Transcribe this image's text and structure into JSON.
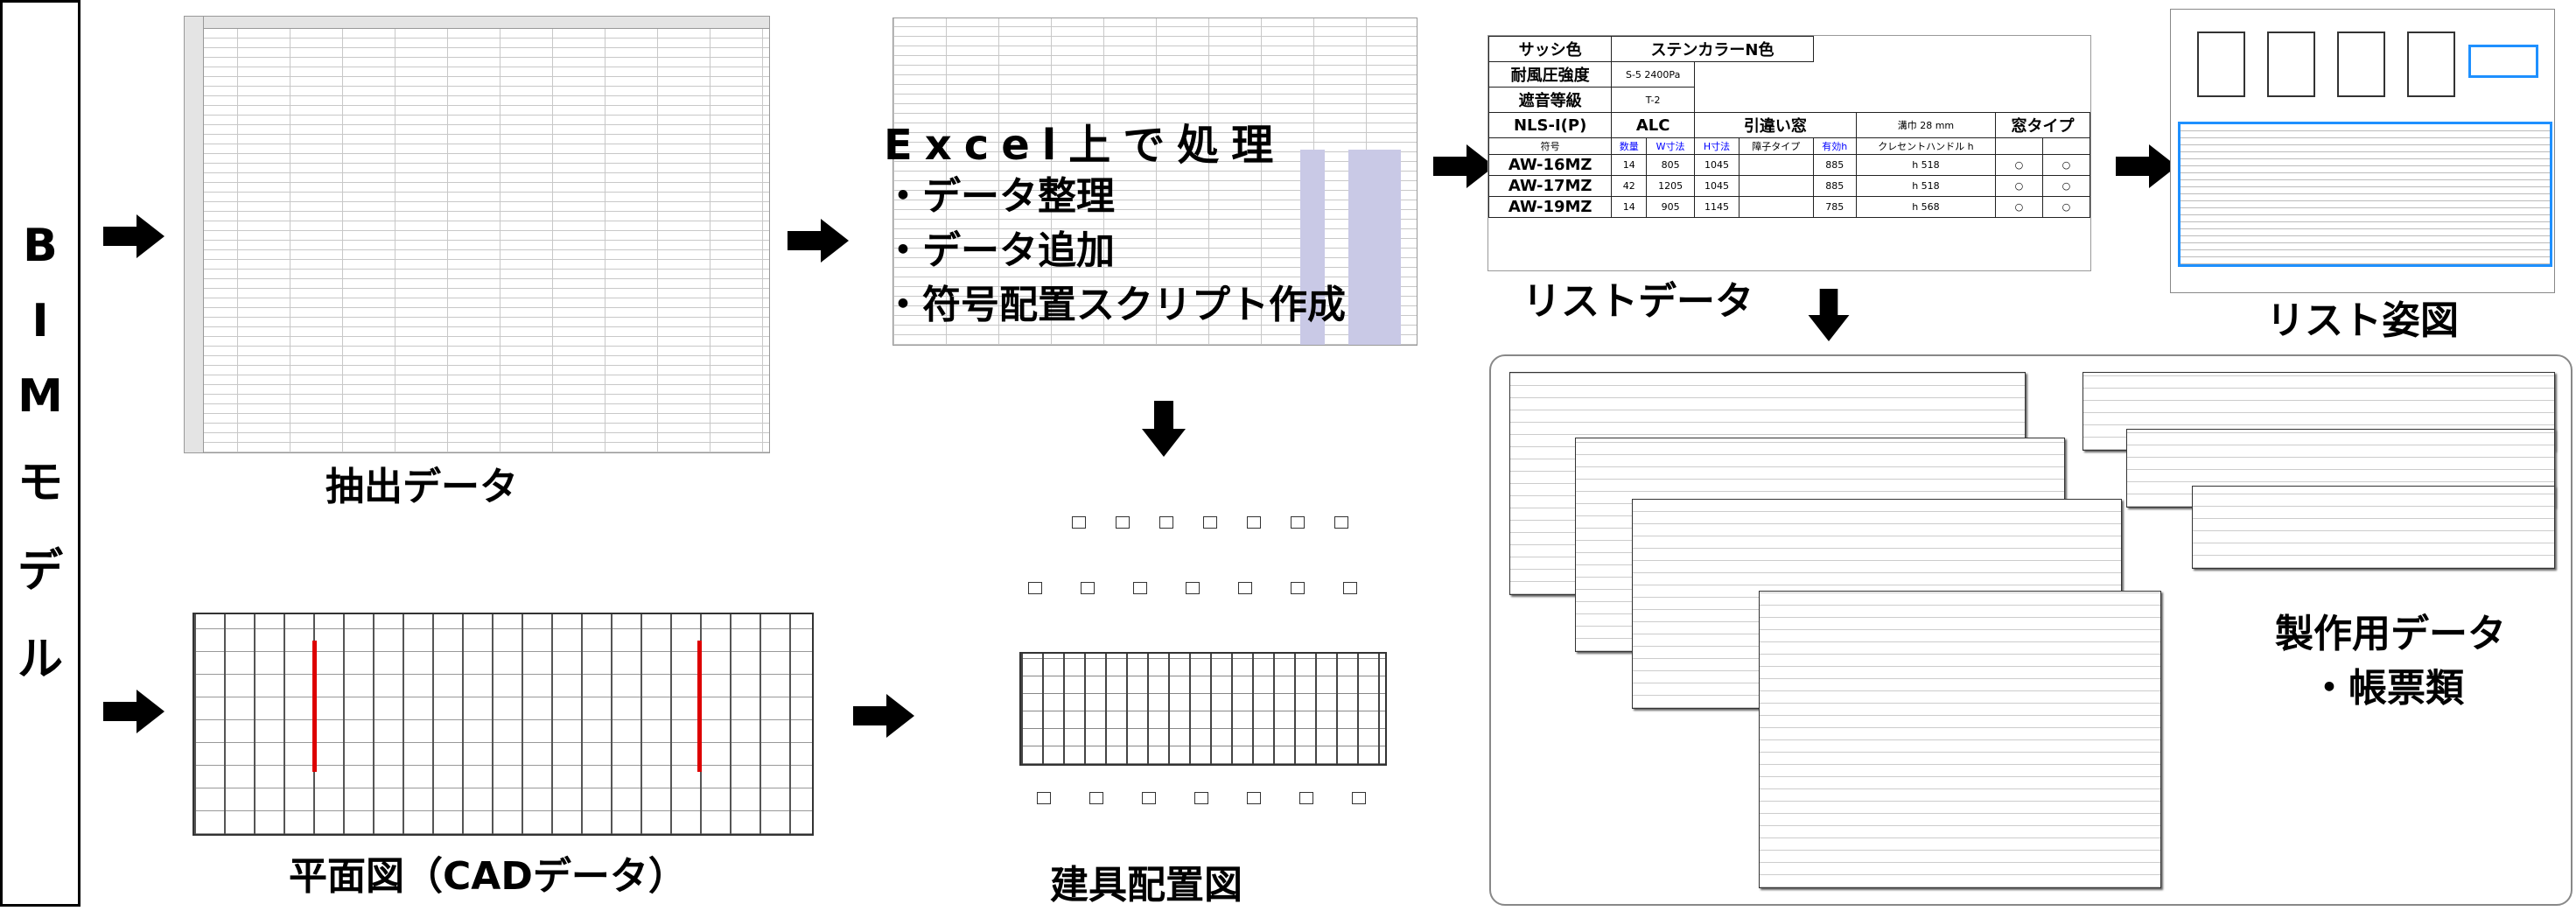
{
  "bim_model": {
    "chars": [
      "B",
      "I",
      "M",
      "モ",
      "デ",
      "ル"
    ]
  },
  "extracted_data": {
    "label": "抽出データ"
  },
  "excel": {
    "title": "Excel上で処理",
    "bullets": [
      "・データ整理",
      "・データ追加",
      "・符号配置スクリプト作成"
    ]
  },
  "list_data": {
    "label": "リストデータ",
    "header": {
      "sash_color_label": "サッシ色",
      "sash_color": "ステンカラーN色",
      "wind_label": "耐風圧強度",
      "wind": "S-5 2400Pa",
      "sound_label": "遮音等級",
      "sound": "T-2"
    },
    "group": {
      "series": "NLS-Ⅰ(P)",
      "wall": "ALC",
      "type": "引違い窓",
      "groove": "溝巾 28 mm",
      "window_type": "窓タイプ"
    },
    "columns": [
      "符号",
      "数量",
      "W寸法",
      "H寸法",
      "障子タイプ",
      "有効h",
      "クレセントハンドル h"
    ],
    "rows": [
      {
        "code": "AW-16MZ",
        "qty": "14",
        "w": "805",
        "h": "1045",
        "eff": "885",
        "handle": "h 518"
      },
      {
        "code": "AW-17MZ",
        "qty": "42",
        "w": "1205",
        "h": "1045",
        "eff": "885",
        "handle": "h 518"
      },
      {
        "code": "AW-19MZ",
        "qty": "14",
        "w": "905",
        "h": "1145",
        "eff": "785",
        "handle": "h 568"
      }
    ]
  },
  "list_figure": {
    "label": "リスト姿図"
  },
  "plan": {
    "label": "平面図（CADデータ）"
  },
  "placement": {
    "label": "建具配置図"
  },
  "production": {
    "label": "製作用データ",
    "sub": "・帳票類"
  },
  "colors": {
    "highlight": "#1e90ff",
    "excel_band": "#c9c9e6",
    "plan_red": "#dd0000"
  }
}
